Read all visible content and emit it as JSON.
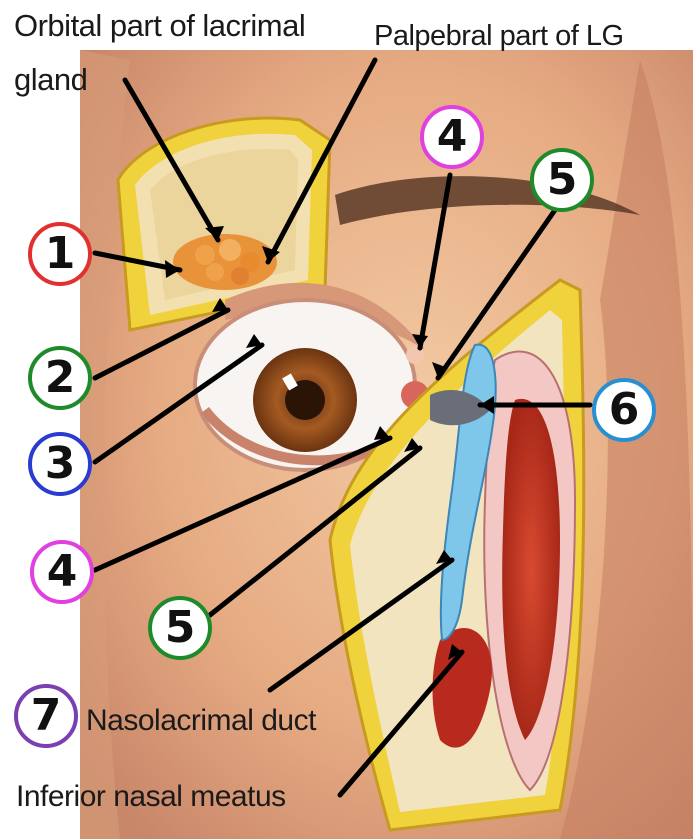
{
  "labels": {
    "orbital_line1": "Orbital part of lacrimal",
    "orbital_line2": "gland",
    "palpebral": "Palpebral part of LG",
    "nasolacrimal": "Nasolacrimal duct",
    "inferior_meatus": "Inferior nasal meatus"
  },
  "markers": [
    {
      "number": "1",
      "color": "#e03030"
    },
    {
      "number": "2",
      "color": "#1f8a2a"
    },
    {
      "number": "3",
      "color": "#2a3ccf"
    },
    {
      "number": "4",
      "color": "#e040e0"
    },
    {
      "number": "5",
      "color": "#1f8a2a"
    },
    {
      "number": "4",
      "color": "#e040e0"
    },
    {
      "number": "5",
      "color": "#1f8a2a"
    },
    {
      "number": "6",
      "color": "#2a8fd0"
    },
    {
      "number": "7",
      "color": "#7a3fb0"
    }
  ]
}
